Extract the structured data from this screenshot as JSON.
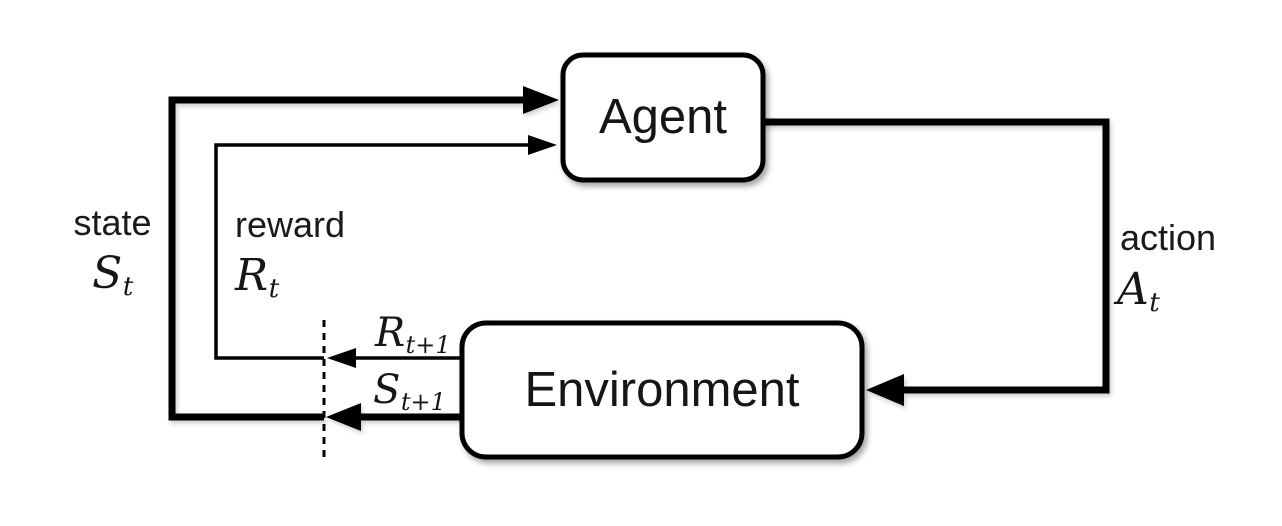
{
  "diagram": {
    "kind": "agent-environment-interaction-loop",
    "nodes": {
      "agent": {
        "label": "Agent"
      },
      "environment": {
        "label": "Environment"
      }
    },
    "edge_labels": {
      "state": {
        "word": "state",
        "symbol_base": "S",
        "symbol_sub": "t"
      },
      "reward": {
        "word": "reward",
        "symbol_base": "R",
        "symbol_sub": "t"
      },
      "action": {
        "word": "action",
        "symbol_base": "A",
        "symbol_sub": "t"
      },
      "next_reward": {
        "symbol_base": "R",
        "symbol_sub": "t+1"
      },
      "next_state": {
        "symbol_base": "S",
        "symbol_sub": "t+1"
      }
    },
    "colors": {
      "stroke": "#000000",
      "text": "#1a1a1a",
      "background": "#ffffff"
    }
  }
}
